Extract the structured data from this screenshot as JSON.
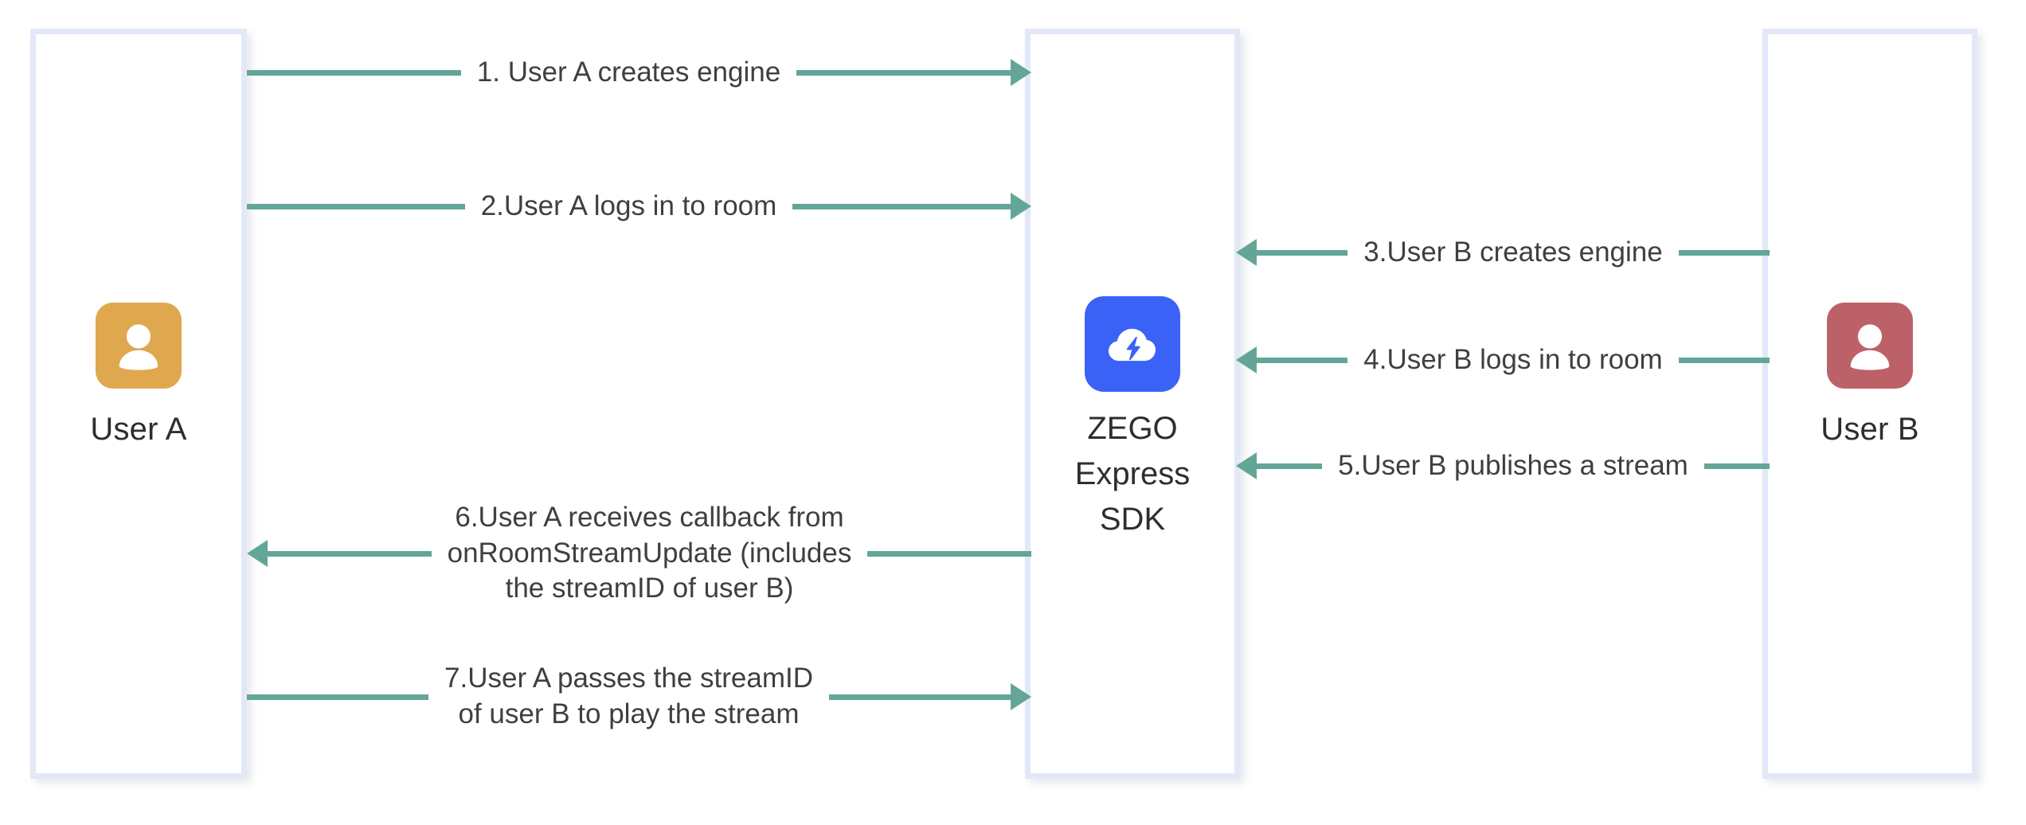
{
  "diagram": {
    "type": "sequence-diagram",
    "title": "ZEGO Express SDK stream publish and play flow",
    "background_color": "#ffffff",
    "lane_border_color": "#e3e8f8",
    "arrow_color": "#63a698",
    "text_color": "#3f3f3f"
  },
  "actors": [
    {
      "id": "user-a",
      "label": "User A",
      "icon": "person-avatar-icon",
      "icon_color": "#e0a84e",
      "icon_glyph_color": "#ffffff"
    },
    {
      "id": "zego-sdk",
      "label": "ZEGO\nExpress\nSDK",
      "icon": "cloud-lightning-icon",
      "icon_color": "#3b62f6",
      "icon_glyph_color": "#ffffff"
    },
    {
      "id": "user-b",
      "label": "User B",
      "icon": "person-avatar-icon",
      "icon_color": "#bd6168",
      "icon_glyph_color": "#ffffff"
    }
  ],
  "messages": [
    {
      "step": "1",
      "text": "1. User A creates engine",
      "from": "user-a",
      "to": "zego-sdk",
      "direction": "right"
    },
    {
      "step": "2",
      "text": "2.User A logs in to room",
      "from": "user-a",
      "to": "zego-sdk",
      "direction": "right"
    },
    {
      "step": "3",
      "text": "3.User B creates engine",
      "from": "user-b",
      "to": "zego-sdk",
      "direction": "left"
    },
    {
      "step": "4",
      "text": "4.User B logs in to room",
      "from": "user-b",
      "to": "zego-sdk",
      "direction": "left"
    },
    {
      "step": "5",
      "text": "5.User B publishes a stream",
      "from": "user-b",
      "to": "zego-sdk",
      "direction": "left"
    },
    {
      "step": "6",
      "text": "6.User A receives callback from\nonRoomStreamUpdate (includes\nthe streamID of user B)",
      "from": "zego-sdk",
      "to": "user-a",
      "direction": "left"
    },
    {
      "step": "7",
      "text": "7.User A passes the streamID\nof user B to play the stream",
      "from": "user-a",
      "to": "zego-sdk",
      "direction": "right"
    }
  ]
}
